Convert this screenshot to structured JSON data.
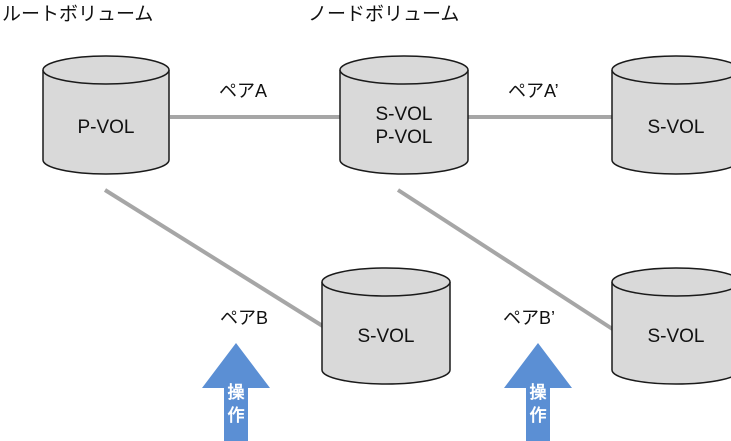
{
  "headings": {
    "root_volume": "ルートボリューム",
    "node_volume": "ノードボリューム"
  },
  "pairs": {
    "a": "ペアA",
    "a_prime": "ペアA’",
    "b": "ペアB",
    "b_prime": "ペアB’"
  },
  "volumes": {
    "root": [
      "P-VOL"
    ],
    "node": [
      "S-VOL",
      "P-VOL"
    ],
    "node_secondary": [
      "S-VOL"
    ],
    "root_secondary": [
      "S-VOL"
    ],
    "node_secondary_b": [
      "S-VOL"
    ]
  },
  "operation": {
    "line1": "操",
    "line2": "作"
  },
  "colors": {
    "cylinder_fill": "#d9d9d9",
    "cylinder_stroke": "#1a1a1a",
    "connector": "#a6a6a6",
    "arrow": "#5b8fd4"
  }
}
